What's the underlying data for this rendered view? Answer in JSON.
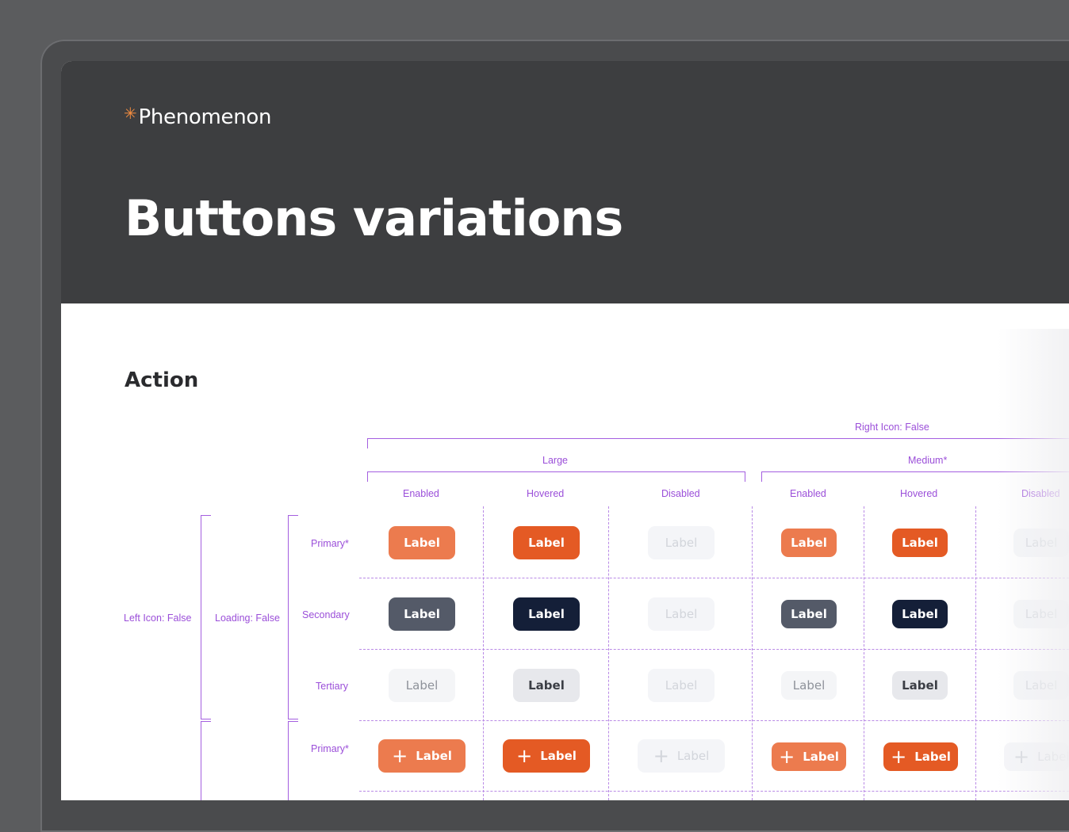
{
  "brand": {
    "name": "Phenomenon",
    "mark": "✳"
  },
  "page": {
    "title": "Buttons variations",
    "section": "Action"
  },
  "groups": {
    "right_icon": "Right Icon: False",
    "large": "Large",
    "medium": "Medium*",
    "left_icon": "Left Icon: False",
    "loading": "Loading: False"
  },
  "states": {
    "enabled": "Enabled",
    "hovered": "Hovered",
    "disabled": "Disabled"
  },
  "variants": {
    "primary": "Primary*",
    "secondary": "Secondary",
    "tertiary": "Tertiary",
    "primary_icon": "Primary*"
  },
  "button": {
    "label": "Label",
    "icon": "plus-icon"
  },
  "colors": {
    "primary_enabled": "#ec7b4e",
    "primary_hovered": "#e45a24",
    "secondary_enabled": "#545a68",
    "secondary_hovered": "#141f38",
    "annotation": "#9b4fd9",
    "header_bg": "#3d3e40"
  }
}
